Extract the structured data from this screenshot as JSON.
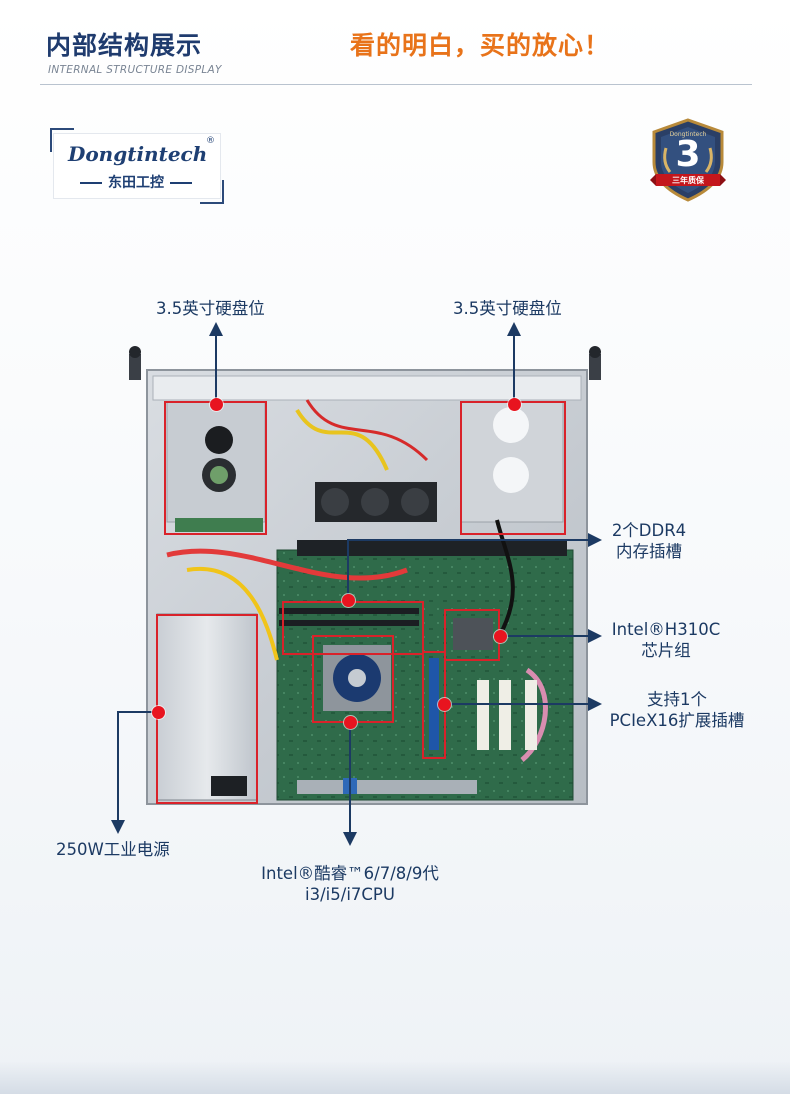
{
  "header": {
    "title_cn": "内部结构展示",
    "title_en": "INTERNAL STRUCTURE DISPLAY",
    "slogan": "看的明白，买的放心！"
  },
  "brand": {
    "name_en": "Dongtintech",
    "reg_mark": "®",
    "name_cn": "东田工控"
  },
  "badge": {
    "number": "3",
    "text": "三年质保",
    "icon": "warranty-shield-icon"
  },
  "callouts": {
    "hdd_left": "3.5英寸硬盘位",
    "hdd_right": "3.5英寸硬盘位",
    "ddr_line1": "2个DDR4",
    "ddr_line2": "内存插槽",
    "chipset_line1": "Intel®H310C",
    "chipset_line2": "芯片组",
    "pcie_line1": "支持1个",
    "pcie_line2": "PCIeX16扩展插槽",
    "psu": "250W工业电源",
    "cpu_line1": "Intel®酷睿™6/7/8/9代",
    "cpu_line2": "i3/i5/i7CPU"
  },
  "colors": {
    "title_blue": "#1f3b6e",
    "slogan_orange": "#e8731a",
    "highlight_red": "#d9222a",
    "leader_blue": "#1c3a63",
    "board_green": "#2f6b4a"
  }
}
